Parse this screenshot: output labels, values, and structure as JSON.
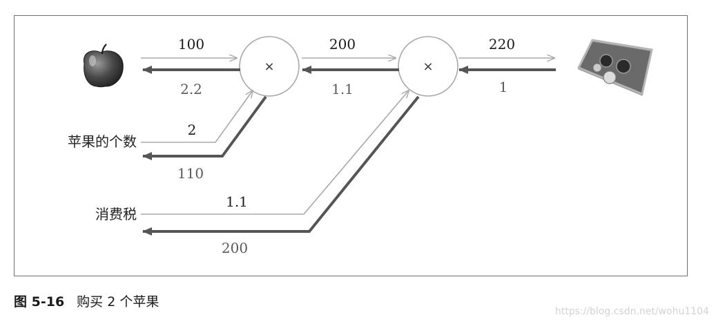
{
  "figure": {
    "forward_values": {
      "apple_to_mul1": "100",
      "mul1_to_mul2": "200",
      "mul2_to_out": "220",
      "count_to_mul1": "2",
      "tax_to_mul2": "1.1"
    },
    "backward_values": {
      "mul1_to_apple": "2.2",
      "mul2_to_mul1": "1.1",
      "out_to_mul2": "1",
      "mul1_to_count": "110",
      "mul2_to_tax": "200"
    },
    "operators": {
      "mul1": "×",
      "mul2": "×"
    },
    "input_labels": {
      "apple_count": "苹果的个数",
      "consumption_tax": "消费税"
    },
    "icons": {
      "apple": "apple-icon",
      "tray": "coin-tray-icon"
    }
  },
  "caption": {
    "number": "图 5-16",
    "text": "购买 2 个苹果"
  },
  "watermark": "https://blog.csdn.net/wohu1104",
  "colors": {
    "forward_arrow": "#a8a8a8",
    "backward_arrow": "#555555",
    "frame": "#6f6f6f",
    "node_stroke": "#a8a8a8"
  }
}
